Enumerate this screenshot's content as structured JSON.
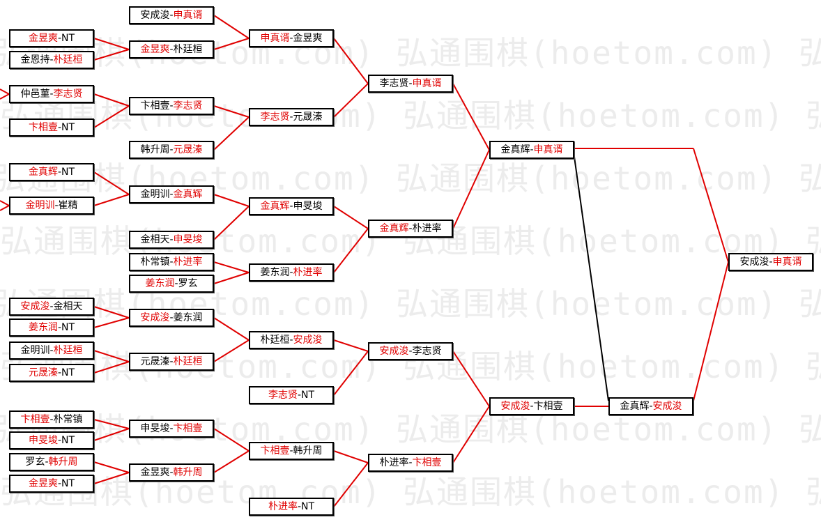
{
  "watermark": "弘通围棋(hoetom.com) 弘通围棋(hoetom.com) 弘通围棋",
  "colors": {
    "winner": "#e00000",
    "line": "#e00000",
    "loss_line": "#000000"
  },
  "matches": [
    {
      "a": "金昱爽",
      "b": "NT",
      "winner": "a"
    },
    {
      "a": "金恩持",
      "b": "朴廷桓",
      "winner": "b"
    },
    {
      "a": "仲邑菫",
      "b": "李志贤",
      "winner": "b"
    },
    {
      "a": "卞相壹",
      "b": "NT",
      "winner": "a"
    },
    {
      "a": "金真辉",
      "b": "NT",
      "winner": "a"
    },
    {
      "a": "金明训",
      "b": "崔精",
      "winner": "a"
    },
    {
      "a": "安成浚",
      "b": "金相天",
      "winner": "a"
    },
    {
      "a": "姜东润",
      "b": "NT",
      "winner": "a"
    },
    {
      "a": "金明训",
      "b": "朴廷桓",
      "winner": "b"
    },
    {
      "a": "元晟溱",
      "b": "NT",
      "winner": "a"
    },
    {
      "a": "卞相壹",
      "b": "朴常镇",
      "winner": "a"
    },
    {
      "a": "申旻埈",
      "b": "NT",
      "winner": "a"
    },
    {
      "a": "罗玄",
      "b": "韩升周",
      "winner": "b"
    },
    {
      "a": "金昱爽",
      "b": "NT",
      "winner": "a"
    },
    {
      "a": "安成浚",
      "b": "申真谞",
      "winner": "b"
    },
    {
      "a": "金昱爽",
      "b": "朴廷桓",
      "winner": "a"
    },
    {
      "a": "卞相壹",
      "b": "李志贤",
      "winner": "b"
    },
    {
      "a": "韩升周",
      "b": "元晟溱",
      "winner": "b"
    },
    {
      "a": "金明训",
      "b": "金真辉",
      "winner": "b"
    },
    {
      "a": "金相天",
      "b": "申旻埈",
      "winner": "b"
    },
    {
      "a": "朴常镇",
      "b": "朴进率",
      "winner": "b"
    },
    {
      "a": "姜东润",
      "b": "罗玄",
      "winner": "a"
    },
    {
      "a": "安成浚",
      "b": "姜东润",
      "winner": "a"
    },
    {
      "a": "元晟溱",
      "b": "朴廷桓",
      "winner": "b"
    },
    {
      "a": "申旻埈",
      "b": "卞相壹",
      "winner": "b"
    },
    {
      "a": "金昱爽",
      "b": "韩升周",
      "winner": "b"
    },
    {
      "a": "申真谞",
      "b": "金昱爽",
      "winner": "a"
    },
    {
      "a": "李志贤",
      "b": "元晟溱",
      "winner": "a"
    },
    {
      "a": "金真辉",
      "b": "申旻埈",
      "winner": "a"
    },
    {
      "a": "姜东润",
      "b": "朴进率",
      "winner": "b"
    },
    {
      "a": "朴廷桓",
      "b": "安成浚",
      "winner": "b"
    },
    {
      "a": "李志贤",
      "b": "NT",
      "winner": "a"
    },
    {
      "a": "卞相壹",
      "b": "韩升周",
      "winner": "a"
    },
    {
      "a": "朴进率",
      "b": "NT",
      "winner": "a"
    },
    {
      "a": "李志贤",
      "b": "申真谞",
      "winner": "b"
    },
    {
      "a": "金真辉",
      "b": "朴进率",
      "winner": "a"
    },
    {
      "a": "安成浚",
      "b": "李志贤",
      "winner": "a"
    },
    {
      "a": "朴进率",
      "b": "卞相壹",
      "winner": "b"
    },
    {
      "a": "金真辉",
      "b": "申真谞",
      "winner": "b"
    },
    {
      "a": "安成浚",
      "b": "卞相壹",
      "winner": "a"
    },
    {
      "a": "金真辉",
      "b": "安成浚",
      "winner": "b"
    },
    {
      "a": "安成浚",
      "b": "申真谞",
      "winner": "b"
    }
  ]
}
